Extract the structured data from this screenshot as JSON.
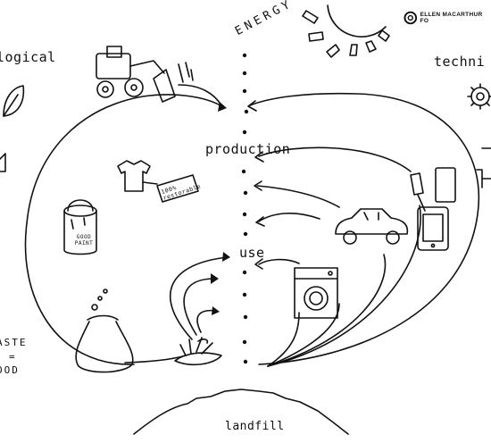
{
  "brand": {
    "name": "ELLEN MACARTHUR FO",
    "logo_icon": "circle-logo-icon"
  },
  "labels": {
    "biological": "logical",
    "technical": "techni",
    "energy": "ENERGY",
    "production": "production",
    "use": "use",
    "landfill": "landfill",
    "waste": "ASTE",
    "equals": "=",
    "food": "OOD",
    "paint": "GOOD PAINT",
    "tag": "100% restorable"
  },
  "icons": [
    "leaf-icon",
    "tractor-icon",
    "sun-icon",
    "gear-icon",
    "tshirt-icon",
    "paint-can-icon",
    "sack-icon",
    "plant-sprout-icon",
    "car-icon",
    "washing-machine-icon",
    "phone-icon",
    "spatula-icon",
    "tablet-icon",
    "landfill-mound-icon"
  ]
}
